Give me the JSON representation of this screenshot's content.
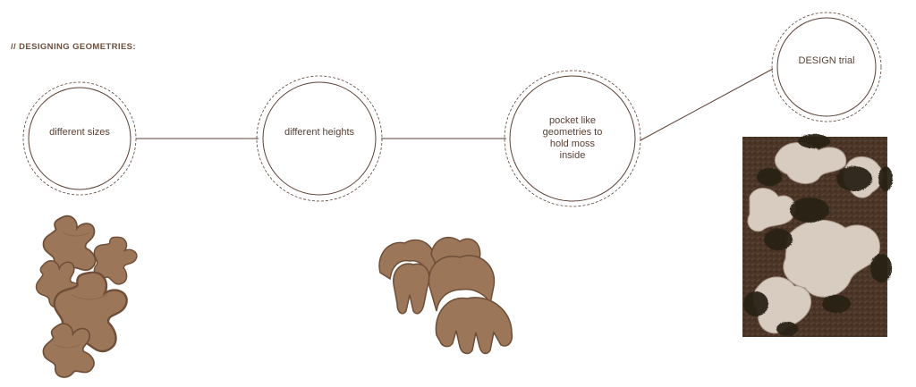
{
  "heading": "// DESIGNING GEOMETRIES:",
  "colors": {
    "line": "#5a4034",
    "text": "#5a4034",
    "clay": "#9b7658",
    "clay_dark": "#6e4e38",
    "base": "#4a3526",
    "foam": "#d8cbc0",
    "moss": "#2a2019"
  },
  "nodes": [
    {
      "id": "different-sizes",
      "label": "different sizes"
    },
    {
      "id": "different-heights",
      "label": "different heights"
    },
    {
      "id": "pocket-geometries",
      "label": "pocket like geometries to hold moss inside"
    },
    {
      "id": "design-trial",
      "label": "DESIGN trial"
    }
  ]
}
